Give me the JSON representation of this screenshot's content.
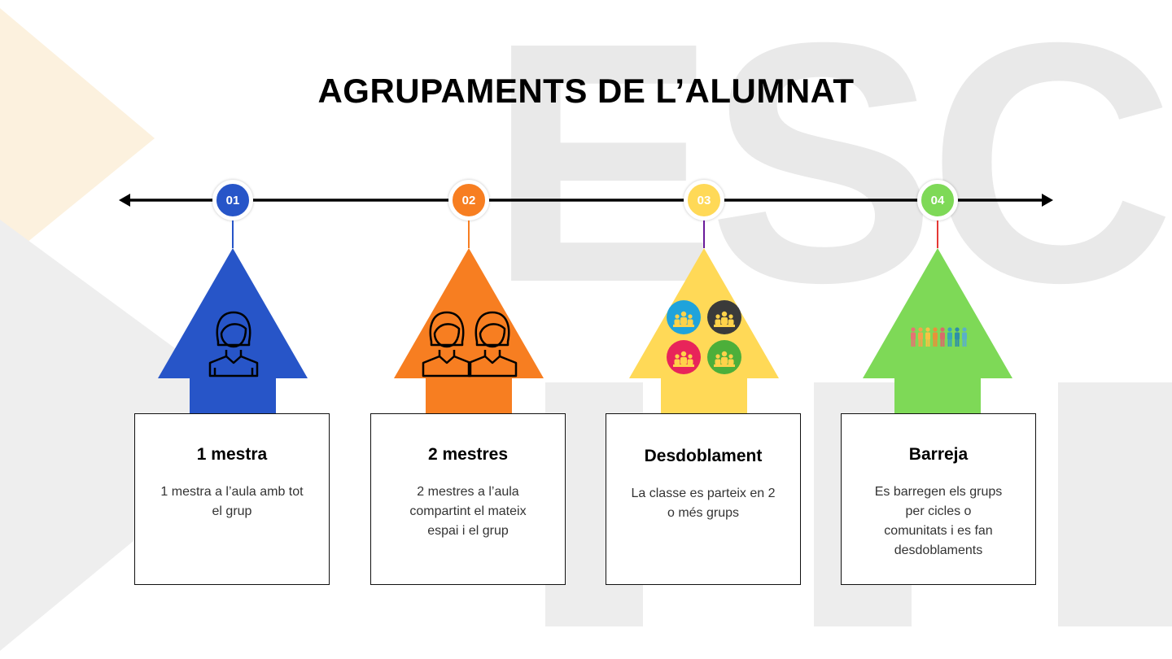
{
  "title": "AGRUPAMENTS DE L’ALUMNAT",
  "watermark": "ESCO",
  "colors": {
    "blue": "#2755C8",
    "orange": "#F77E21",
    "yellow": "#FFD957",
    "green": "#7ED957",
    "text": "#333333"
  },
  "steps": [
    {
      "number": "01",
      "title": "1 mestra",
      "description": "1 mestra a l’aula amb tot el grup",
      "icon": "teacher-icon",
      "color": "#2755C8"
    },
    {
      "number": "02",
      "title": "2 mestres",
      "description": "2 mestres a l’aula compartint el mateix espai i el grup",
      "icon": "two-teachers-icon",
      "color": "#F77E21"
    },
    {
      "number": "03",
      "title": "Desdoblament",
      "description": "La classe es parteix en 2 o més grups",
      "icon": "groups-icon",
      "color": "#FFD957"
    },
    {
      "number": "04",
      "title": "Barreja",
      "description": "Es barregen els grups per cicles o comunitats i es fan desdoblaments",
      "icon": "mixed-people-icon",
      "color": "#7ED957"
    }
  ]
}
